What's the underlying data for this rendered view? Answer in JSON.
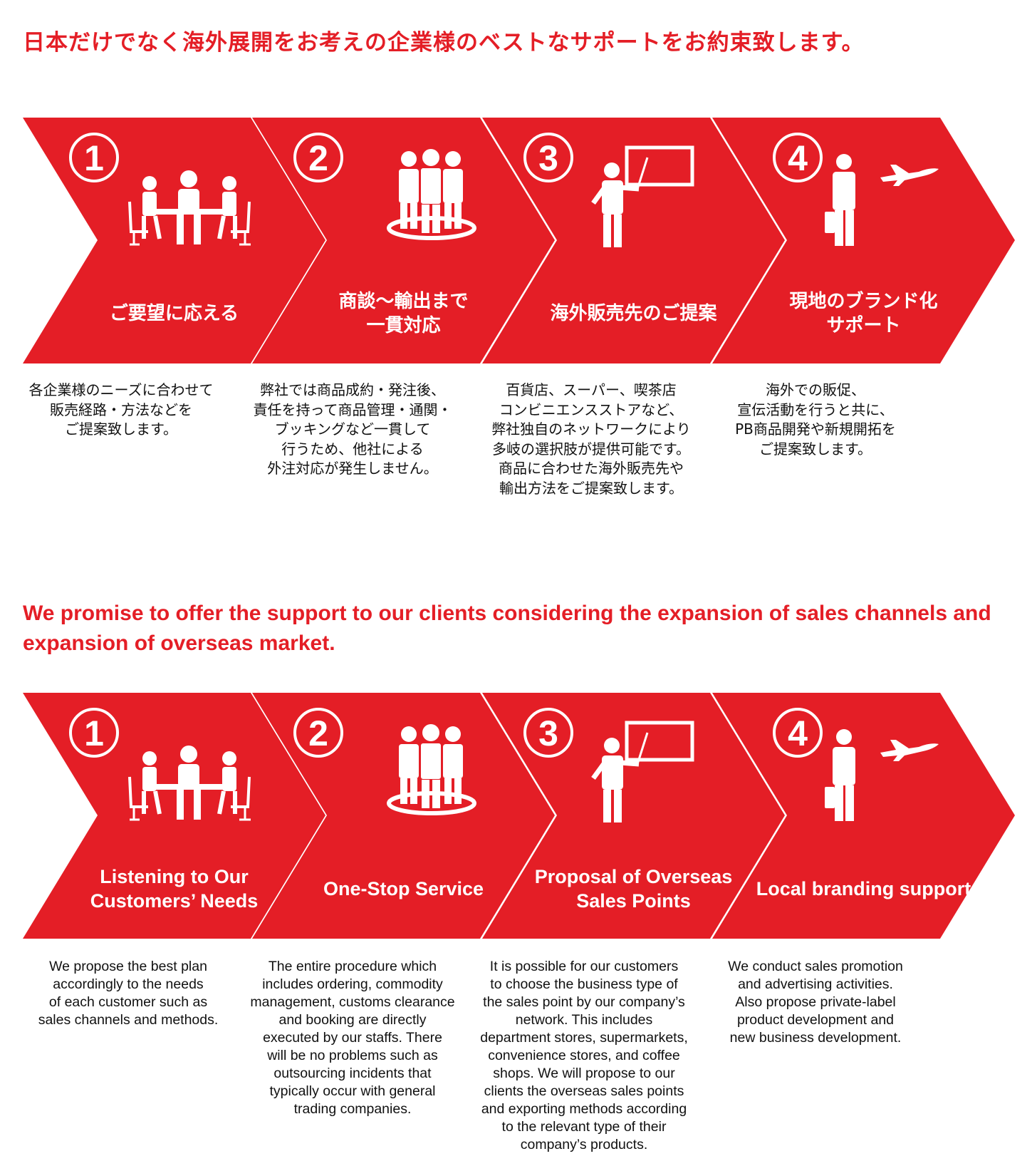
{
  "colors": {
    "accent": "#e41e26",
    "text": "#111111",
    "on_accent": "#ffffff"
  },
  "japanese": {
    "heading": "日本だけでなく海外展開をお考えの企業様のベストなサポートをお約束致します。",
    "steps": [
      {
        "number": "1",
        "icon": "meeting-table-icon",
        "title": "ご要望に応える",
        "description": "各企業様のニーズに合わせて\n販売経路・方法などを\nご提案致します。"
      },
      {
        "number": "2",
        "icon": "team-group-icon",
        "title": "商談〜輸出まで\n一貫対応",
        "description": "弊社では商品成約・発注後、\n責任を持って商品管理・通関・\nブッキングなど一貫して\n行うため、他社による\n外注対応が発生しません。"
      },
      {
        "number": "3",
        "icon": "presentation-board-icon",
        "title": "海外販売先のご提案",
        "description": "百貨店、スーパー、喫茶店\nコンビニエンスストアなど、\n弊社独自のネットワークにより\n多岐の選択肢が提供可能です。\n商品に合わせた海外販売先や\n輸出方法をご提案致します。"
      },
      {
        "number": "4",
        "icon": "traveler-airplane-icon",
        "title": "現地のブランド化\nサポート",
        "description": "海外での販促、\n宣伝活動を行うと共に、\nPB商品開発や新規開拓を\nご提案致します。"
      }
    ]
  },
  "english": {
    "heading": "We promise to offer the support to our clients considering the expansion of sales channels and expansion of overseas market.",
    "steps": [
      {
        "number": "1",
        "icon": "meeting-table-icon",
        "title": "Listening to Our\nCustomers’ Needs",
        "description": "We propose the best plan\naccordingly to the needs\nof each customer such as\nsales channels and methods."
      },
      {
        "number": "2",
        "icon": "team-group-icon",
        "title": "One-Stop Service",
        "description": "The entire procedure which\nincludes ordering, commodity\nmanagement, customs clearance\nand booking are directly\nexecuted by our staffs. There\nwill be no problems such as\noutsourcing incidents that\ntypically occur with general\ntrading companies."
      },
      {
        "number": "3",
        "icon": "presentation-board-icon",
        "title": "Proposal of Overseas\nSales Points",
        "description": "It is possible for our customers\nto choose the business type of\nthe sales point by our company’s\nnetwork. This includes\ndepartment stores, supermarkets,\nconvenience stores, and coffee\nshops. We will propose to our\nclients the overseas sales points\nand exporting methods according\nto the relevant type of their\ncompany’s products."
      },
      {
        "number": "4",
        "icon": "traveler-airplane-icon",
        "title": "Local branding support",
        "description": "We conduct sales promotion\nand advertising activities.\nAlso propose private-label\nproduct development and\nnew business development."
      }
    ]
  }
}
